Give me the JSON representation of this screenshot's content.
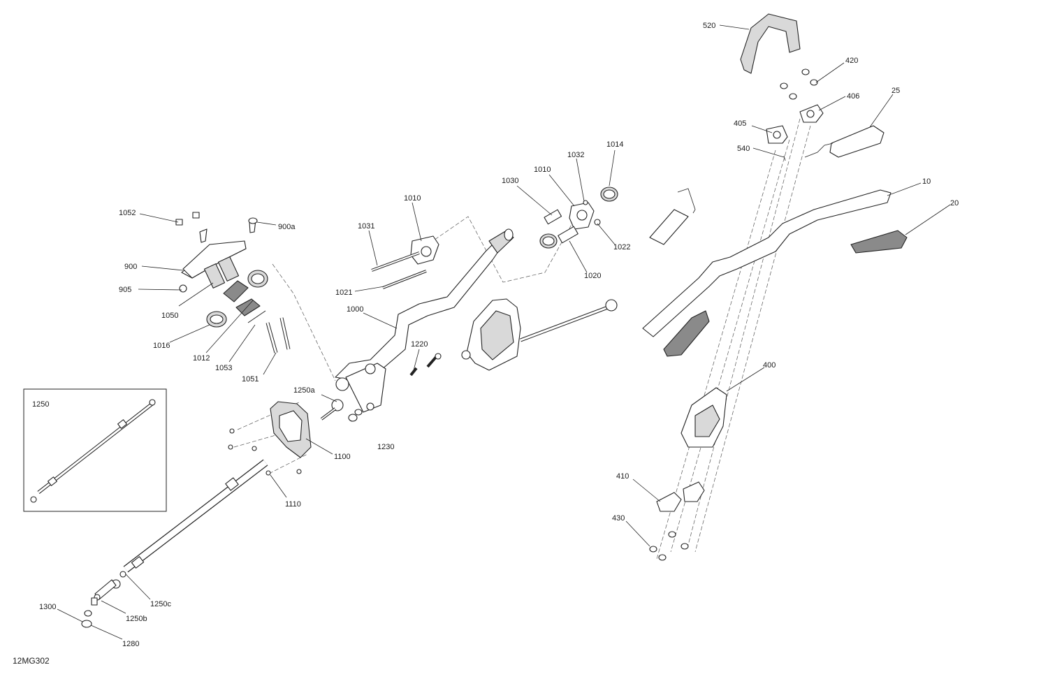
{
  "diagram": {
    "code": "12MG302",
    "inset_label": "1250",
    "labels": {
      "520": "520",
      "420": "420",
      "406": "406",
      "25": "25",
      "405": "405",
      "540": "540",
      "10": "10",
      "20": "20",
      "1014": "1014",
      "1032": "1032",
      "1010a": "1010",
      "1030": "1030",
      "1010b": "1010",
      "1022": "1022",
      "1020": "1020",
      "1031": "1031",
      "1021": "1021",
      "1052": "1052",
      "900a": "900a",
      "900": "900",
      "905": "905",
      "1050": "1050",
      "1016": "1016",
      "1012": "1012",
      "1053": "1053",
      "1051": "1051",
      "1000": "1000",
      "1220": "1220",
      "1250a": "1250a",
      "1100": "1100",
      "1230": "1230",
      "1110": "1110",
      "400": "400",
      "410": "410",
      "430": "430",
      "1250c": "1250c",
      "1250b": "1250b",
      "1300": "1300",
      "1280": "1280"
    }
  }
}
